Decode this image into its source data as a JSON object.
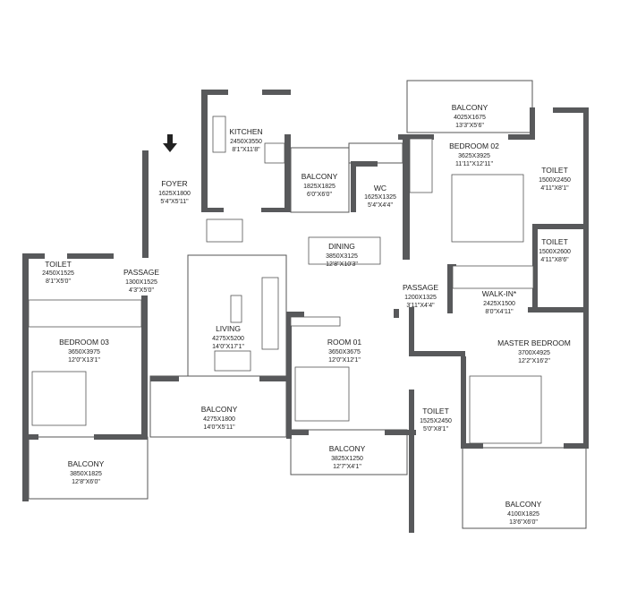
{
  "rooms": {
    "kitchen": {
      "name": "KITCHEN",
      "metric": "2450X3550",
      "imperial": "8'1\"X11'8\""
    },
    "foyer": {
      "name": "FOYER",
      "metric": "1625X1800",
      "imperial": "5'4\"X5'11\""
    },
    "balcony_kitchen": {
      "name": "BALCONY",
      "metric": "1825X1825",
      "imperial": "6'0\"X6'0\""
    },
    "wc": {
      "name": "WC",
      "metric": "1625X1325",
      "imperial": "5'4\"X4'4\""
    },
    "balcony_bedroom02": {
      "name": "BALCONY",
      "metric": "4025X1675",
      "imperial": "13'3\"X5'6\""
    },
    "bedroom02": {
      "name": "BEDROOM 02",
      "metric": "3625X3925",
      "imperial": "11'11\"X12'11\""
    },
    "toilet_bedroom02": {
      "name": "TOILET",
      "metric": "1500X2450",
      "imperial": "4'11\"X8'1\""
    },
    "toilet_master": {
      "name": "TOILET",
      "metric": "1500X2600",
      "imperial": "4'11\"X8'6\""
    },
    "dining": {
      "name": "DINING",
      "metric": "3850X3125",
      "imperial": "12'8\"X10'3\""
    },
    "toilet_bedroom03": {
      "name": "TOILET",
      "metric": "2450X1525",
      "imperial": "8'1\"X5'0\""
    },
    "passage_left": {
      "name": "PASSAGE",
      "metric": "1300X1525",
      "imperial": "4'3\"X5'0\""
    },
    "passage_right": {
      "name": "PASSAGE",
      "metric": "1200X1325",
      "imperial": "3'11\"X4'4\""
    },
    "walkin": {
      "name": "WALK-IN*",
      "metric": "2425X1500",
      "imperial": "8'0\"X4'11\""
    },
    "living": {
      "name": "LIVING",
      "metric": "4275X5200",
      "imperial": "14'0\"X17'1\""
    },
    "bedroom03": {
      "name": "BEDROOM 03",
      "metric": "3650X3975",
      "imperial": "12'0\"X13'1\""
    },
    "room01": {
      "name": "ROOM 01",
      "metric": "3650X3675",
      "imperial": "12'0\"X12'1\""
    },
    "master_bedroom": {
      "name": "MASTER BEDROOM",
      "metric": "3700X4925",
      "imperial": "12'2\"X16'2\""
    },
    "toilet_room01": {
      "name": "TOILET",
      "metric": "1525X2450",
      "imperial": "5'0\"X8'1\""
    },
    "balcony_living": {
      "name": "BALCONY",
      "metric": "4275X1800",
      "imperial": "14'0\"X5'11\""
    },
    "balcony_bedroom03": {
      "name": "BALCONY",
      "metric": "3850X1825",
      "imperial": "12'8\"X6'0\""
    },
    "balcony_room01": {
      "name": "BALCONY",
      "metric": "3825X1250",
      "imperial": "12'7\"X4'1\""
    },
    "balcony_master": {
      "name": "BALCONY",
      "metric": "4100X1825",
      "imperial": "13'6\"X6'0\""
    }
  },
  "colors": {
    "wall": "#58595b",
    "line": "#555555"
  }
}
